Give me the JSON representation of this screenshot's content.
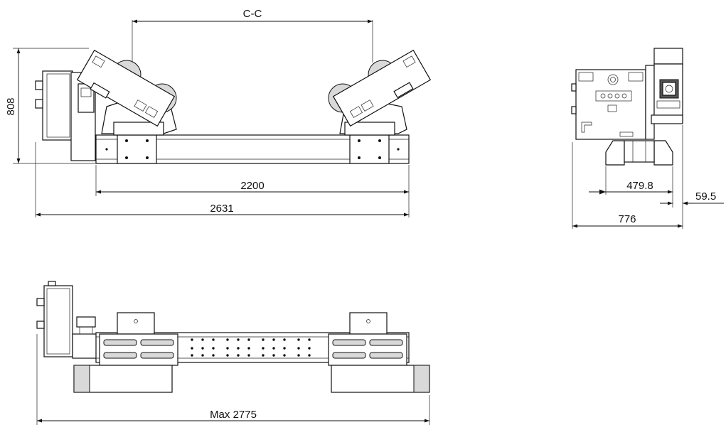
{
  "dimensions": {
    "center_to_center": "C-C",
    "height": "808",
    "base_length": "2200",
    "total_length": "2631",
    "side_width_inner": "479.8",
    "side_offset": "59.5",
    "side_width_total": "776",
    "max_length": "Max 2775"
  }
}
